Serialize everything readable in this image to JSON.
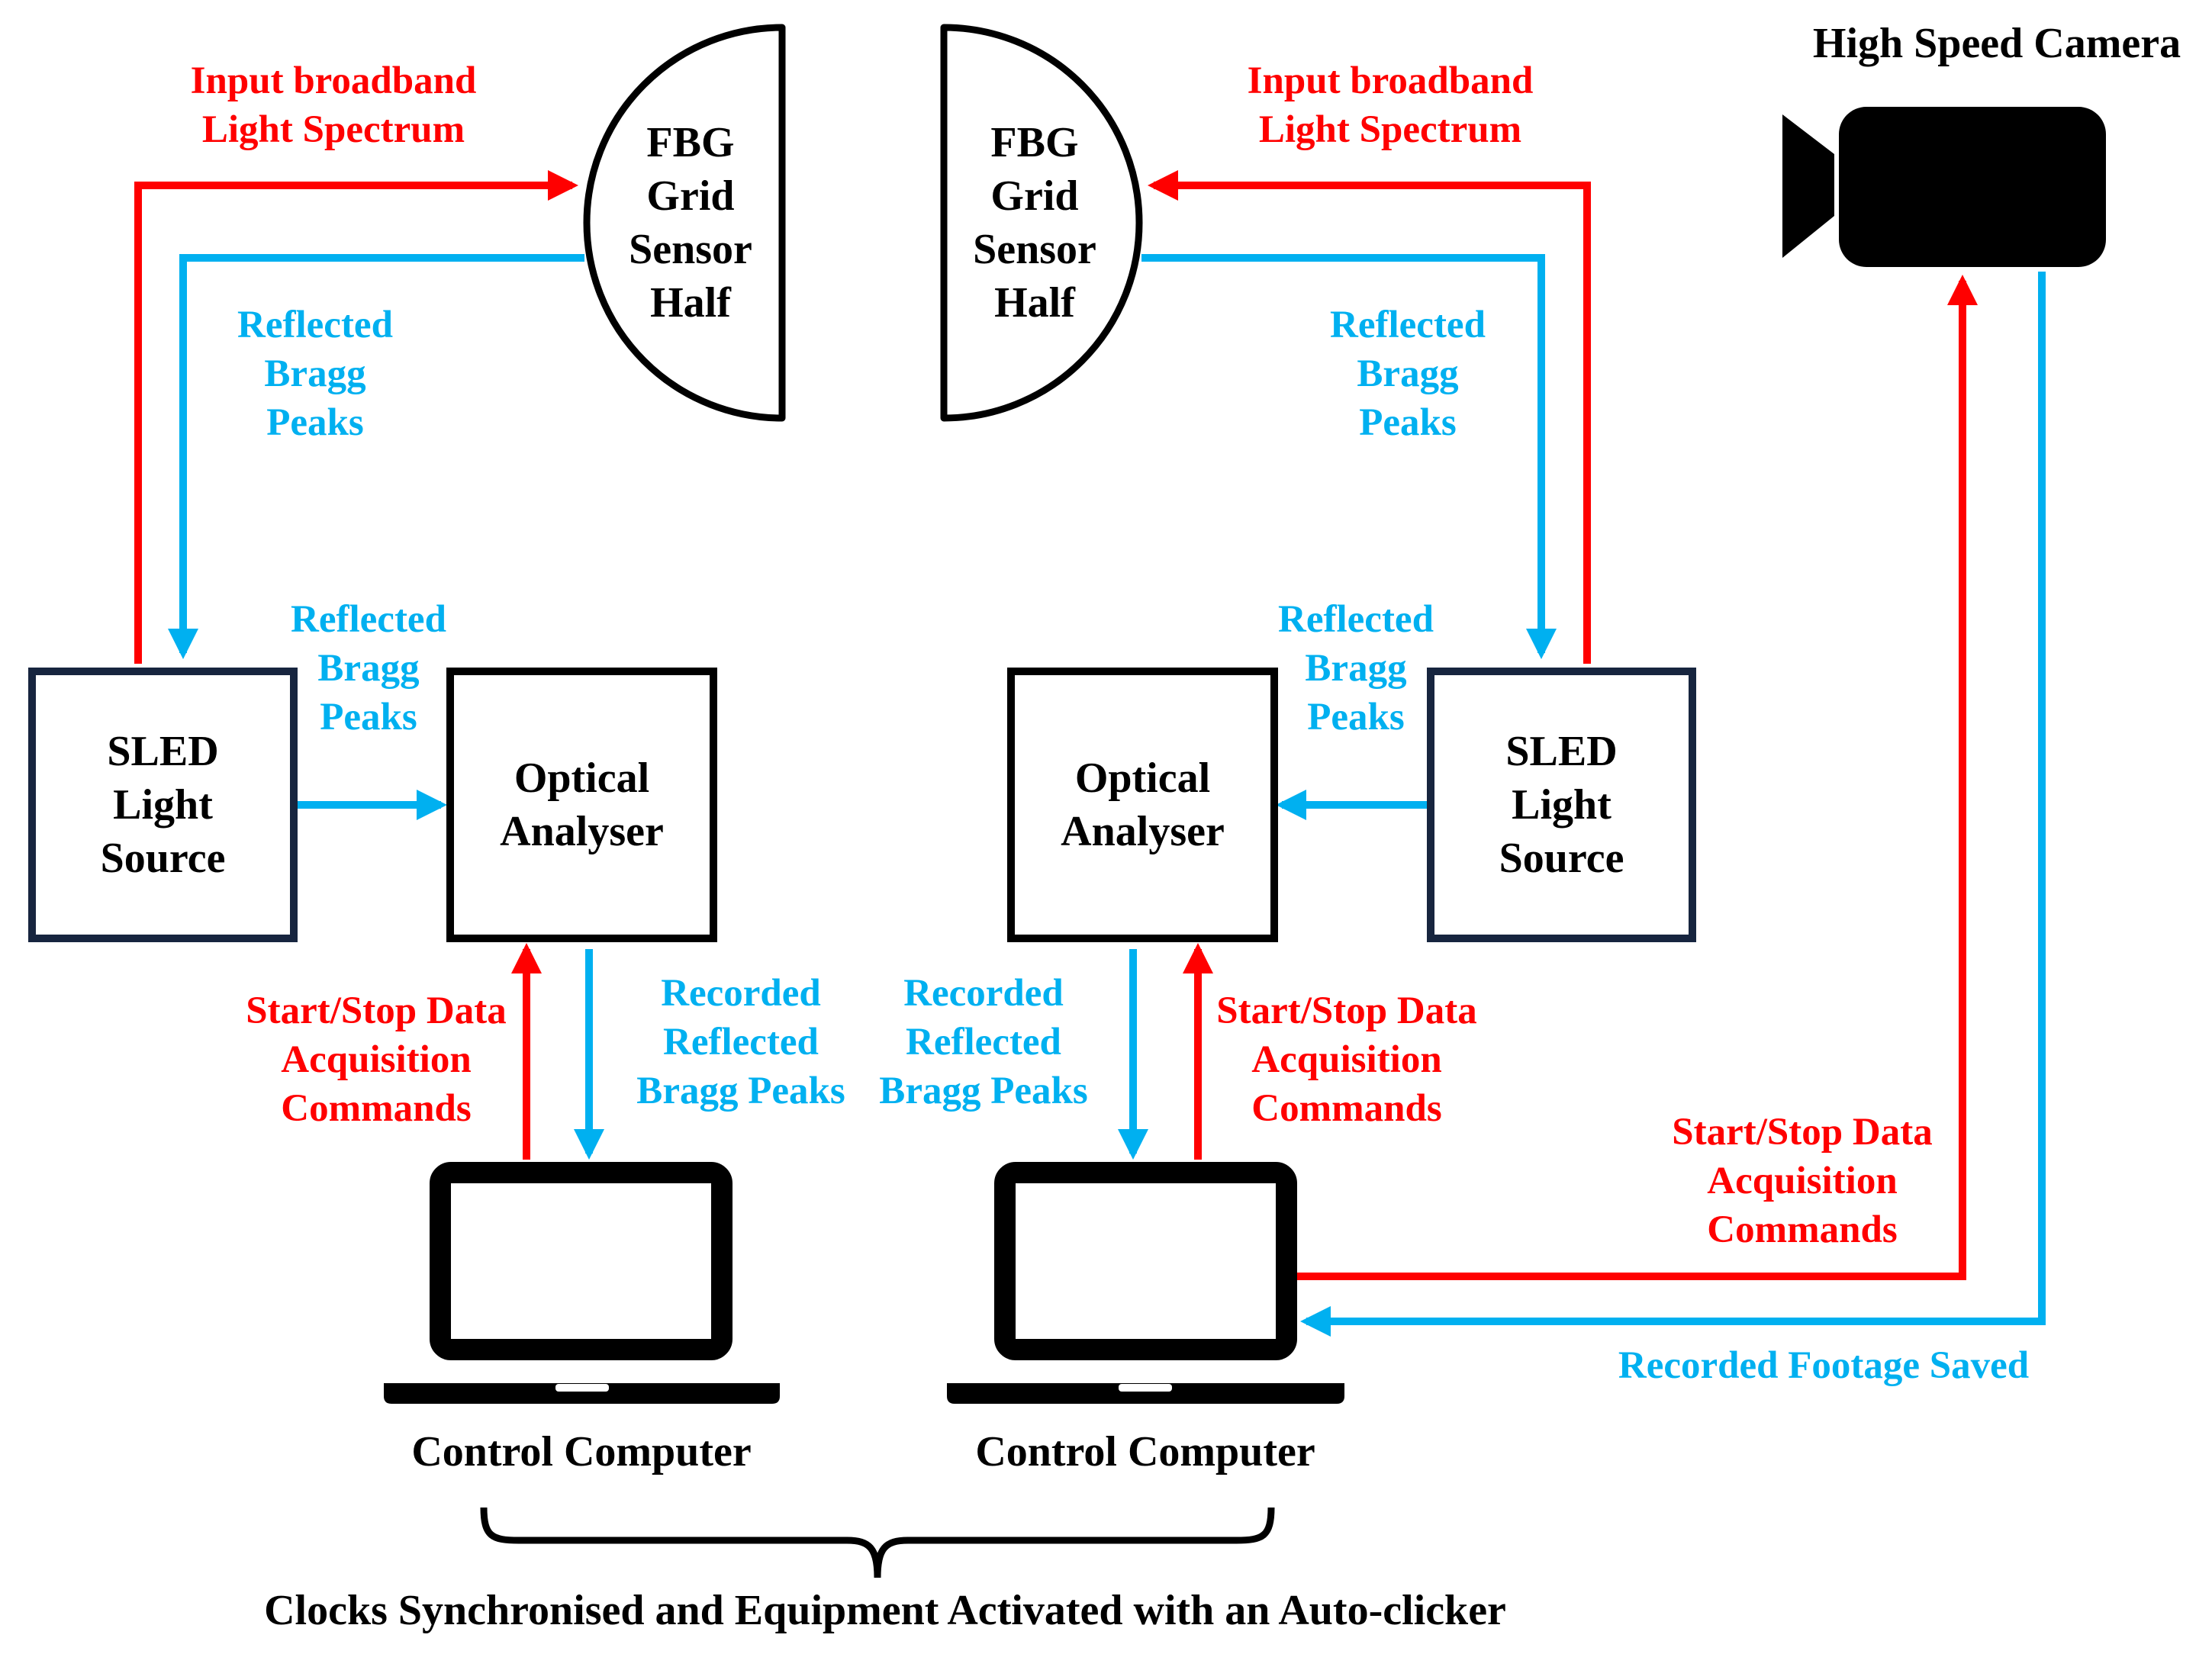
{
  "colors": {
    "red": "#ff0000",
    "blue": "#00b0f0",
    "black": "#000000",
    "navy": "#17253f"
  },
  "sensors": {
    "left": {
      "lines": [
        "FBG",
        "Grid",
        "Sensor",
        "Half"
      ]
    },
    "right": {
      "lines": [
        "FBG",
        "Grid",
        "Sensor",
        "Half"
      ]
    }
  },
  "sled": {
    "left": {
      "lines": [
        "SLED",
        "Light",
        "Source"
      ]
    },
    "right": {
      "lines": [
        "SLED",
        "Light",
        "Source"
      ]
    }
  },
  "analyser": {
    "left": {
      "lines": [
        "Optical",
        "Analyser"
      ]
    },
    "right": {
      "lines": [
        "Optical",
        "Analyser"
      ]
    }
  },
  "camera": {
    "title": "High Speed Camera",
    "icon": "video-camera-icon"
  },
  "computers": {
    "left": {
      "label": "Control Computer",
      "icon": "laptop-icon"
    },
    "right": {
      "label": "Control Computer",
      "icon": "laptop-icon"
    }
  },
  "labels": {
    "input_left": [
      "Input broadband",
      "Light Spectrum"
    ],
    "input_right": [
      "Input broadband",
      "Light Spectrum"
    ],
    "reflected_top_left": [
      "Reflected",
      "Bragg",
      "Peaks"
    ],
    "reflected_top_right": [
      "Reflected",
      "Bragg",
      "Peaks"
    ],
    "reflected_mid_left": [
      "Reflected",
      "Bragg",
      "Peaks"
    ],
    "reflected_mid_right": [
      "Reflected",
      "Bragg",
      "Peaks"
    ],
    "commands_left": [
      "Start/Stop Data",
      "Acquisition",
      "Commands"
    ],
    "commands_right": [
      "Start/Stop Data",
      "Acquisition",
      "Commands"
    ],
    "commands_camera": [
      "Start/Stop Data",
      "Acquisition",
      "Commands"
    ],
    "recorded_left": [
      "Recorded",
      "Reflected",
      "Bragg Peaks"
    ],
    "recorded_right": [
      "Recorded",
      "Reflected",
      "Bragg Peaks"
    ],
    "footage": "Recorded Footage Saved"
  },
  "footer": "Clocks Synchronised and Equipment Activated with an Auto-clicker"
}
